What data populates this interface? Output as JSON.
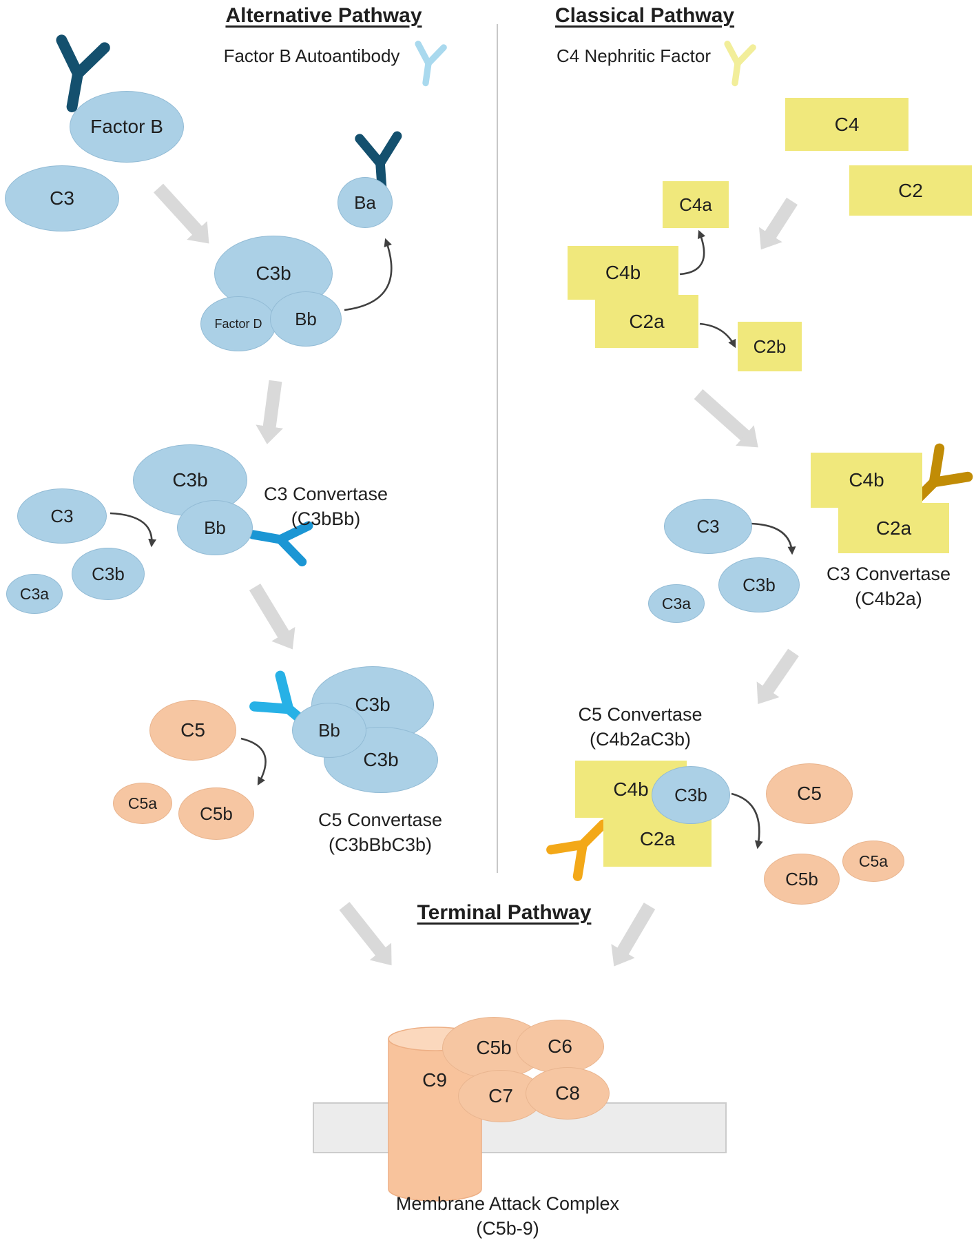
{
  "alternative_pathway": {
    "title": "Alternative Pathway",
    "autoantibody_label": "Factor B Autoantibody",
    "factor_b": "Factor B",
    "c3": "C3",
    "c3b": "C3b",
    "factor_d": "Factor D",
    "bb": "Bb",
    "ba": "Ba",
    "c3a": "C3a",
    "c5": "C5",
    "c5a": "C5a",
    "c5b": "C5b",
    "c3_convertase": {
      "name": "C3 Convertase",
      "formula": "(C3bBb)"
    },
    "c5_convertase": {
      "name": "C5 Convertase",
      "formula": "(C3bBbC3b)"
    }
  },
  "classical_pathway": {
    "title": "Classical Pathway",
    "nephritic_factor_label": "C4 Nephritic Factor",
    "c4": "C4",
    "c2": "C2",
    "c4a": "C4a",
    "c4b": "C4b",
    "c2a": "C2a",
    "c2b": "C2b",
    "c3": "C3",
    "c3b": "C3b",
    "c3a": "C3a",
    "c5": "C5",
    "c5a": "C5a",
    "c5b": "C5b",
    "c3_convertase": {
      "name": "C3 Convertase",
      "formula": "(C4b2a)"
    },
    "c5_convertase": {
      "name": "C5 Convertase",
      "formula": "(C4b2aC3b)"
    }
  },
  "terminal_pathway": {
    "title": "Terminal Pathway",
    "c5b": "C5b",
    "c6": "C6",
    "c7": "C7",
    "c8": "C8",
    "c9": "C9",
    "caption": {
      "name": "Membrane Attack Complex",
      "formula": "(C5b-9)"
    }
  },
  "icons": {
    "factor_b_autoantibody_icon": "light-blue-antibody-y",
    "c4_nephritic_factor_icon": "pale-yellow-antibody-y",
    "factor_b_bound_antibody_icon": "dark-teal-antibody-y",
    "ba_bound_antibody_icon": "dark-teal-antibody-y",
    "c3_convertase_autoantibody_icon": "blue-antibody-y",
    "c5_convertase_autoantibody_icon": "cyan-antibody-y",
    "c4b2a_nephritic_factor_icon": "gold-antibody-y",
    "c4b2ac3b_nephritic_factor_icon": "orange-antibody-y"
  },
  "colors": {
    "blue_protein": "#abd0e6",
    "yellow_protein": "#f0e87c",
    "orange_protein": "#f6c6a2",
    "cylinder": "#f8c39c",
    "dark_teal_antibody": "#14506e",
    "light_blue_antibody": "#a9d9ee",
    "blue_antibody": "#1b96d4",
    "cyan_antibody": "#27b1e6",
    "pale_yellow_antibody": "#f2ee9a",
    "gold_antibody": "#c18c06",
    "orange_antibody": "#f3a818",
    "block_arrow": "#d9d9d9",
    "thin_arrow": "#404040",
    "membrane_fill": "#ececec",
    "membrane_border": "#cccccc",
    "divider": "#c8c8c8",
    "text": "#1f1f1f"
  }
}
